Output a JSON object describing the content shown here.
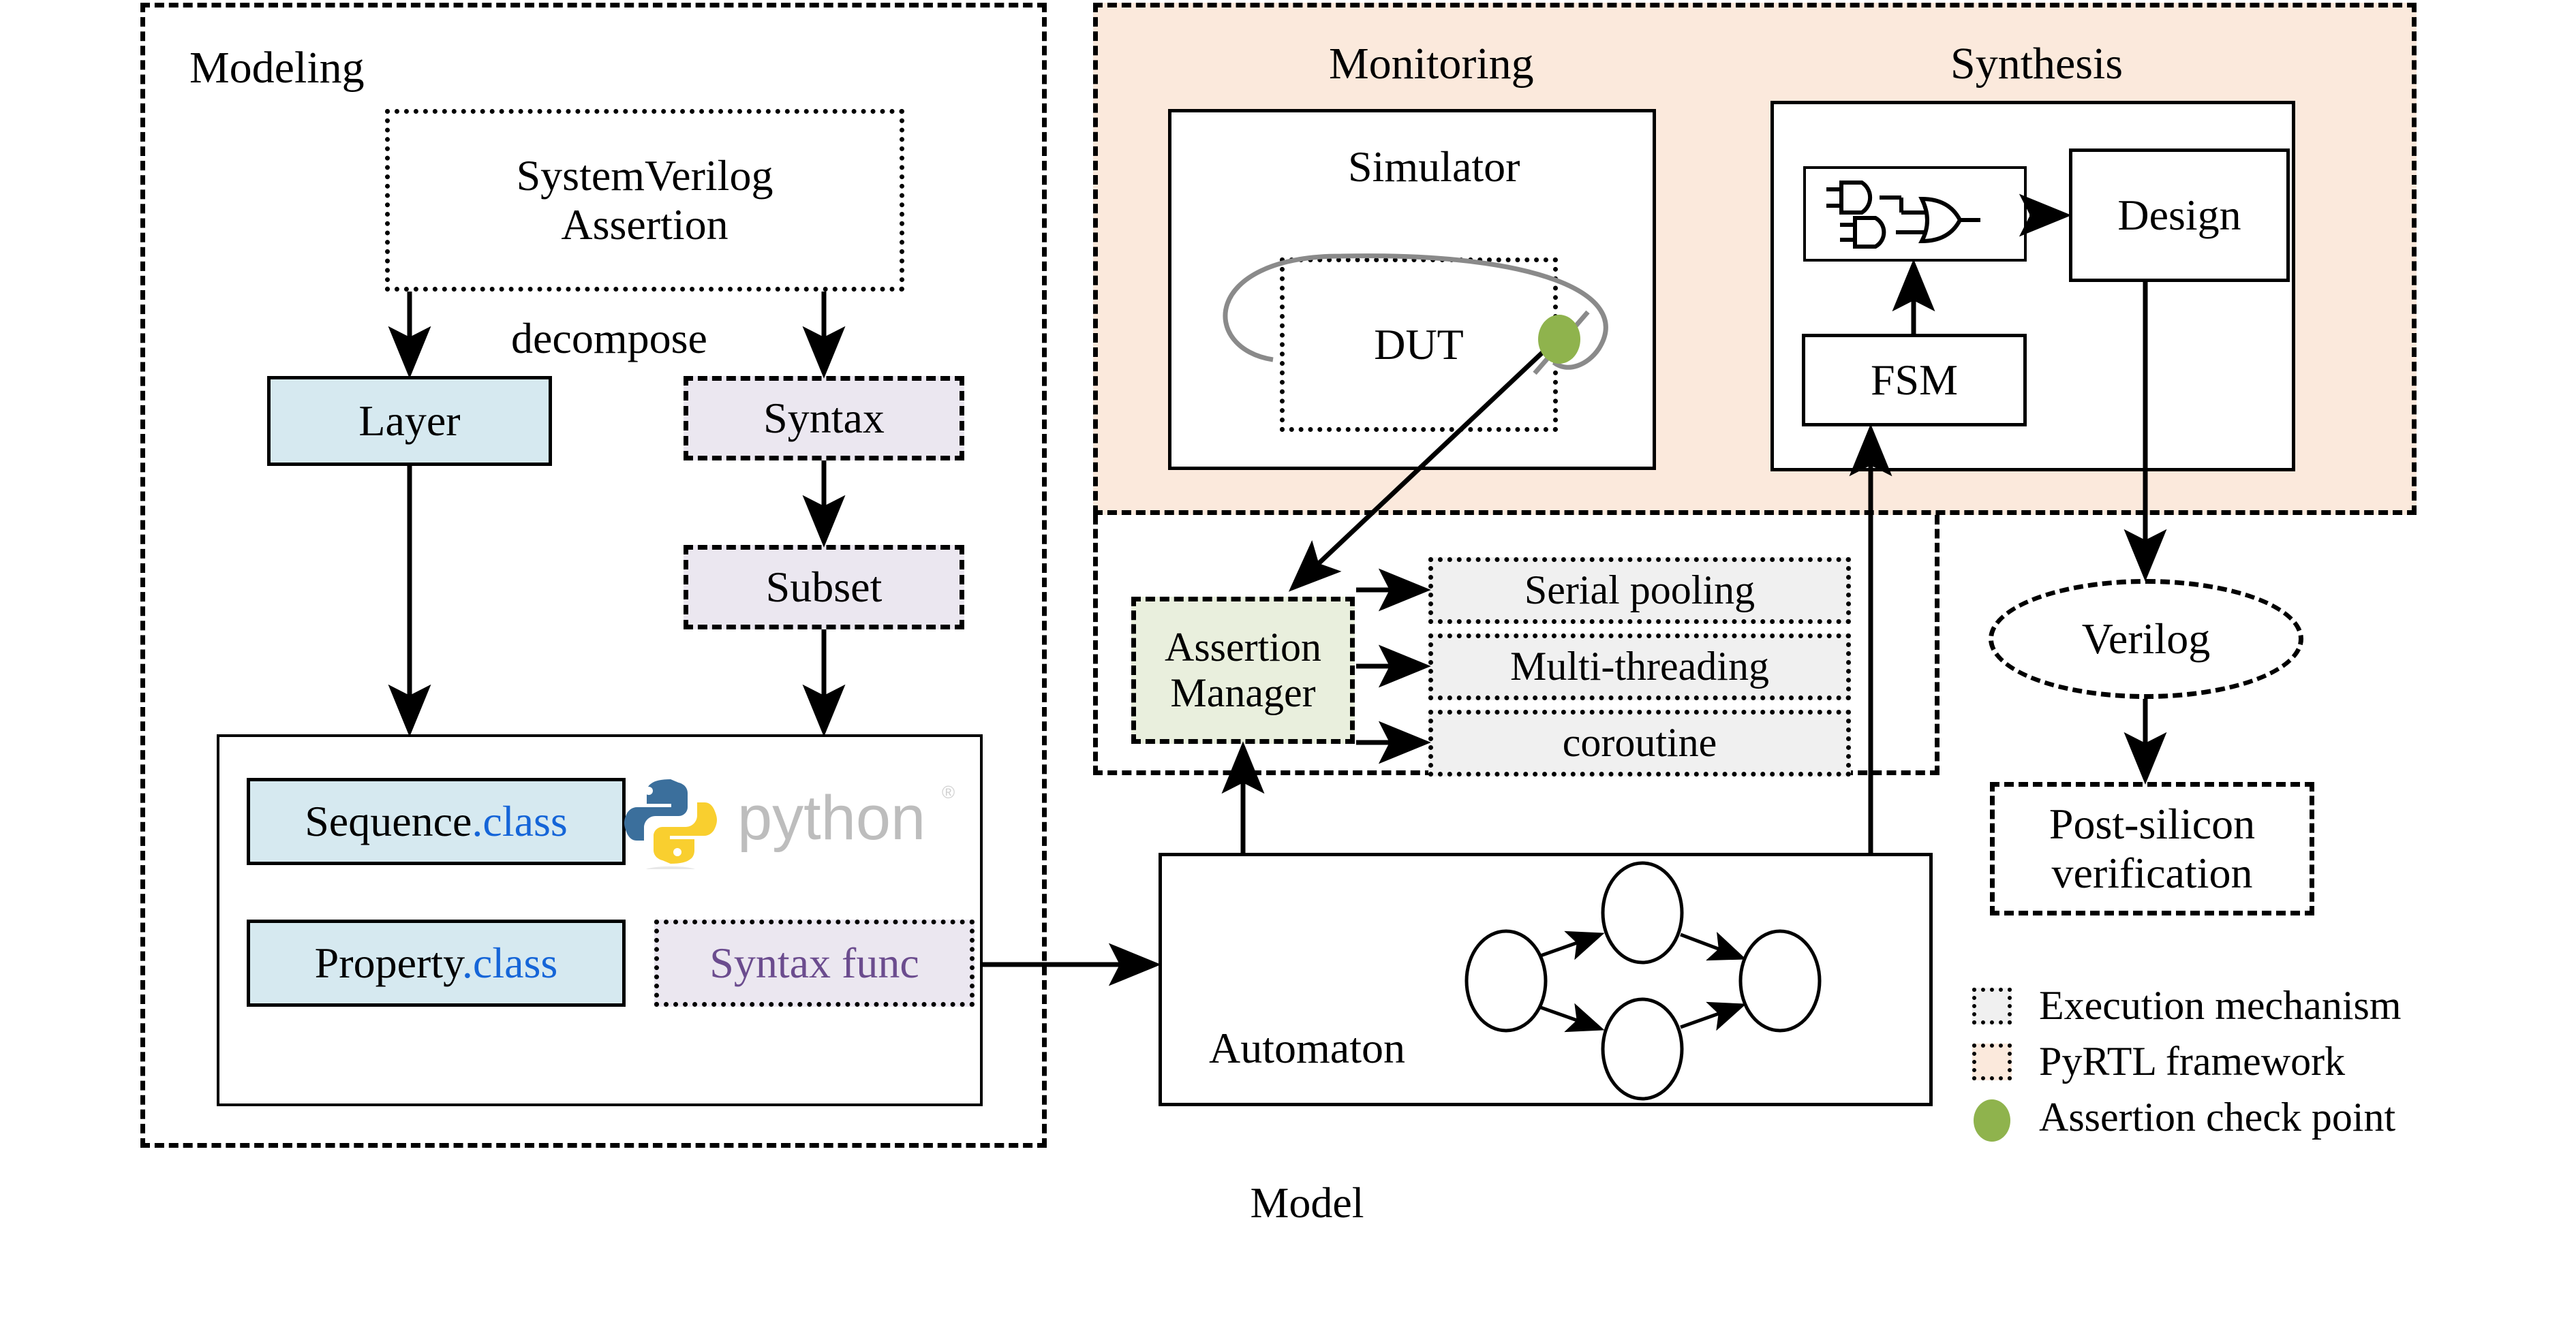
{
  "diagram": {
    "panels": {
      "modeling": {
        "label": "Modeling",
        "border": "dashed-black"
      },
      "pyrtl": {
        "label": "",
        "border": "dashed-black"
      },
      "monitoring": {
        "label": "Monitoring",
        "fill": "#fbe9dc"
      },
      "synthesis": {
        "label": "Synthesis",
        "fill": "#fbe9dc"
      }
    },
    "modeling": {
      "sva": "SystemVerilog\nAssertion",
      "sva_line1": "SystemVerilog",
      "sva_line2": "Assertion",
      "decompose": "decompose",
      "layer": "Layer",
      "syntax": "Syntax",
      "subset": "Subset",
      "sequence_name": "Sequence",
      "sequence_suffix": ".class",
      "property_name": "Property",
      "property_suffix": ".class",
      "syntax_func": "Syntax func",
      "python_logo": "python"
    },
    "monitoring": {
      "title": "Monitoring",
      "simulator": "Simulator",
      "dut": "DUT"
    },
    "synthesis": {
      "title": "Synthesis",
      "design": "Design",
      "fsm": "FSM",
      "gates": "logic-gates"
    },
    "execution": {
      "assertion_manager_line1": "Assertion",
      "assertion_manager_line2": "Manager",
      "serial_pooling": "Serial pooling",
      "multi_threading": "Multi-threading",
      "coroutine": "coroutine"
    },
    "automaton": {
      "label_line1": "Automaton",
      "label_line2": "Model",
      "states": 4
    },
    "output": {
      "verilog": "Verilog",
      "post_silicon_line1": "Post-silicon",
      "post_silicon_line2": "verification"
    },
    "legend": {
      "items": [
        {
          "label": "Execution mechanism",
          "swatch": "gray-dotted-rect",
          "color": "#f0f0f0"
        },
        {
          "label": "PyRTL framework",
          "swatch": "peach-dotted-rect",
          "color": "#fbe9dc"
        },
        {
          "label": "Assertion check point",
          "swatch": "green-ellipse",
          "color": "#8fb34d"
        }
      ]
    },
    "colors": {
      "blue_box": "#d6e9f0",
      "lavender_box": "#ebe7f0",
      "gray_box": "#f0f0f0",
      "green_box": "#e9efdd",
      "peach_panel": "#fbe9dc",
      "check_point": "#8fb34d",
      "class_text": "#1565d8",
      "syntax_func_text": "#6b4c8e"
    }
  }
}
